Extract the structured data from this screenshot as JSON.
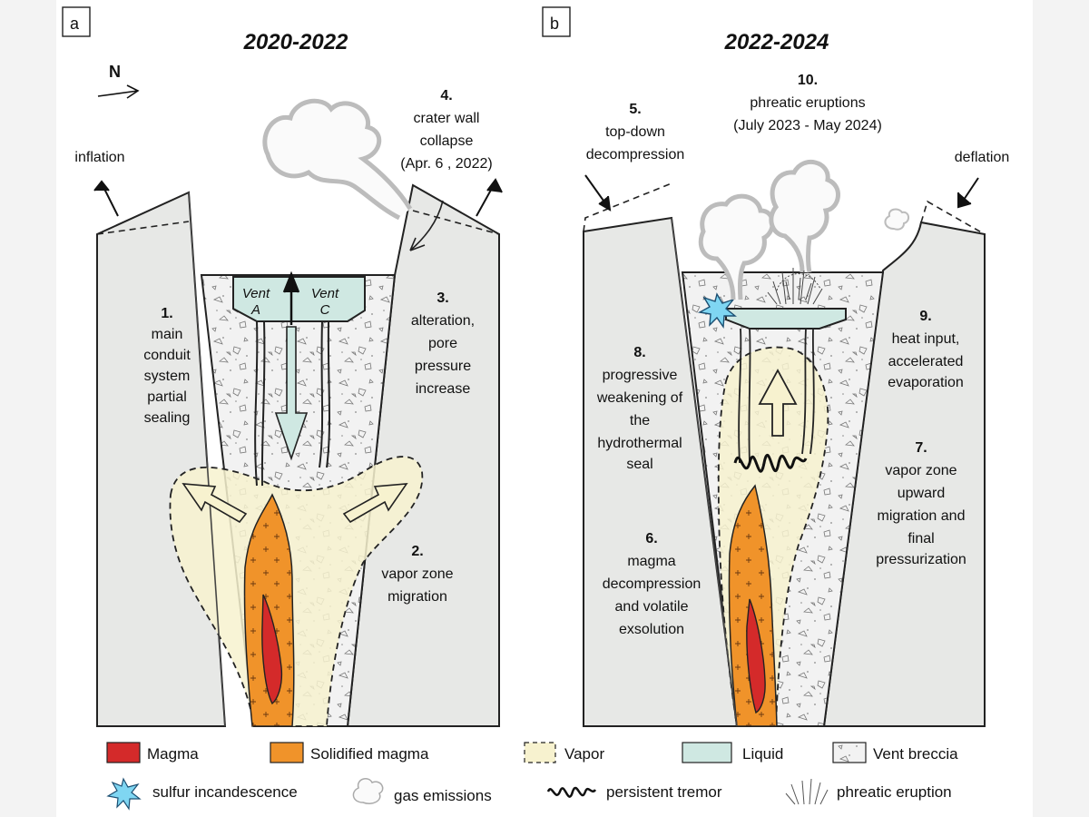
{
  "panel_a": {
    "letter": "a",
    "title": "2020-2022",
    "north": "N",
    "inflation": "inflation",
    "vent_a": [
      "Vent",
      "A"
    ],
    "vent_c": [
      "Vent",
      "C"
    ],
    "label1": [
      "1.",
      "main",
      "conduit",
      "system",
      "partial",
      "sealing"
    ],
    "label2": [
      "2.",
      "vapor zone",
      "migration"
    ],
    "label3": [
      "3.",
      "alteration,",
      "pore",
      "pressure",
      "increase"
    ],
    "label4": [
      "4.",
      "crater wall",
      "collapse",
      "(Apr. 6 , 2022)"
    ]
  },
  "panel_b": {
    "letter": "b",
    "title": "2022-2024",
    "deflation": "deflation",
    "label5": [
      "5.",
      "top-down",
      "decompression"
    ],
    "label6": [
      "6.",
      "magma",
      "decompression",
      "and volatile",
      "exsolution"
    ],
    "label7": [
      "7.",
      "vapor zone",
      "upward",
      "migration and",
      "final",
      "pressurization"
    ],
    "label8": [
      "8.",
      "progressive",
      "weakening of",
      "the",
      "hydrothermal",
      "seal"
    ],
    "label9": [
      "9.",
      "heat input,",
      "accelerated",
      "evaporation"
    ],
    "label10": [
      "10.",
      "phreatic eruptions",
      "(July 2023 - May 2024)"
    ]
  },
  "legend": {
    "magma": "Magma",
    "solidified": "Solidified magma",
    "vapor": "Vapor",
    "liquid": "Liquid",
    "breccia": "Vent breccia",
    "sulfur": "sulfur incandescence",
    "gas": "gas emissions",
    "tremor": "persistent tremor",
    "phreatic": "phreatic eruption"
  },
  "colors": {
    "magma": "#d42a2a",
    "solidified": "#f0932a",
    "vapor": "#f7f2cf",
    "liquid": "#cfe8e2",
    "host_rock": "#e7e8e6",
    "breccia": "#efefef",
    "sulfur": "#7fd6f2"
  }
}
